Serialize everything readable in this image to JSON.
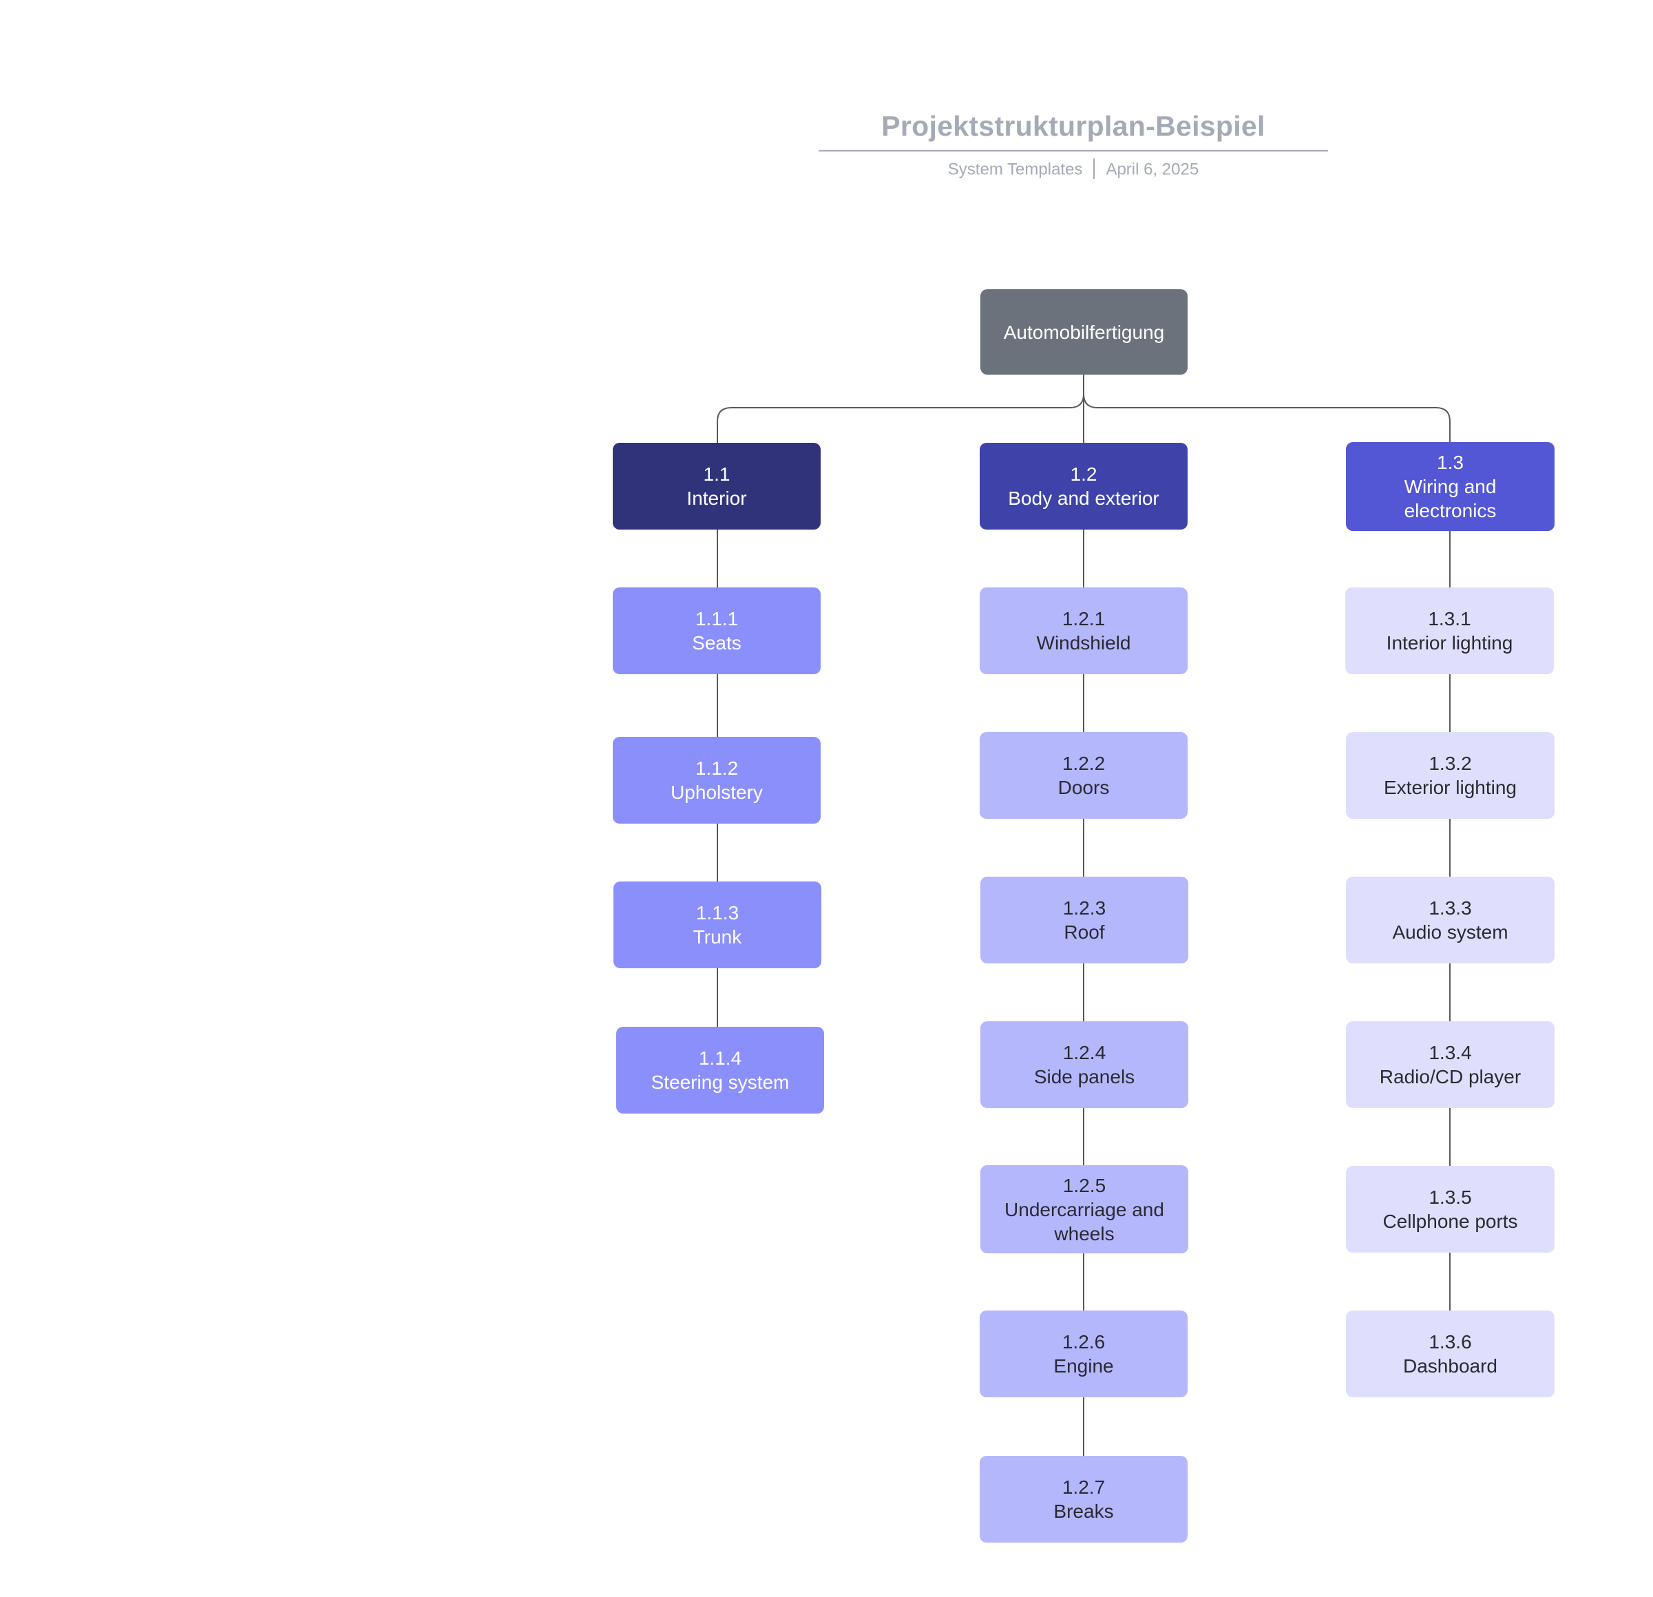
{
  "header": {
    "title": "Projektstrukturplan-Beispiel",
    "source": "System Templates",
    "date": "April 6, 2025"
  },
  "root": {
    "label": "Automobilfertigung"
  },
  "branches": [
    {
      "id": "1.1",
      "name": "Interior",
      "color": "#31337a",
      "children": [
        {
          "id": "1.1.1",
          "name": "Seats"
        },
        {
          "id": "1.1.2",
          "name": "Upholstery"
        },
        {
          "id": "1.1.3",
          "name": "Trunk"
        },
        {
          "id": "1.1.4",
          "name": "Steering system"
        }
      ]
    },
    {
      "id": "1.2",
      "name": "Body and exterior",
      "color": "#3f42a8",
      "children": [
        {
          "id": "1.2.1",
          "name": "Windshield"
        },
        {
          "id": "1.2.2",
          "name": "Doors"
        },
        {
          "id": "1.2.3",
          "name": "Roof"
        },
        {
          "id": "1.2.4",
          "name": "Side panels"
        },
        {
          "id": "1.2.5",
          "name": "Undercarriage and wheels"
        },
        {
          "id": "1.2.6",
          "name": "Engine"
        },
        {
          "id": "1.2.7",
          "name": "Breaks"
        }
      ]
    },
    {
      "id": "1.3",
      "name": "Wiring and electronics",
      "color": "#5357d6",
      "children": [
        {
          "id": "1.3.1",
          "name": "Interior lighting"
        },
        {
          "id": "1.3.2",
          "name": "Exterior lighting"
        },
        {
          "id": "1.3.3",
          "name": "Audio system"
        },
        {
          "id": "1.3.4",
          "name": "Radio/CD player"
        },
        {
          "id": "1.3.5",
          "name": "Cellphone ports"
        },
        {
          "id": "1.3.6",
          "name": "Dashboard"
        }
      ]
    }
  ],
  "colors": {
    "root": "#6b727c",
    "interior_children": "#8b8ffc",
    "body_children": "#b5b7fc",
    "wiring_children": "#dfdffd",
    "connector": "#5a5a5a",
    "header_text": "#a4aab6"
  }
}
